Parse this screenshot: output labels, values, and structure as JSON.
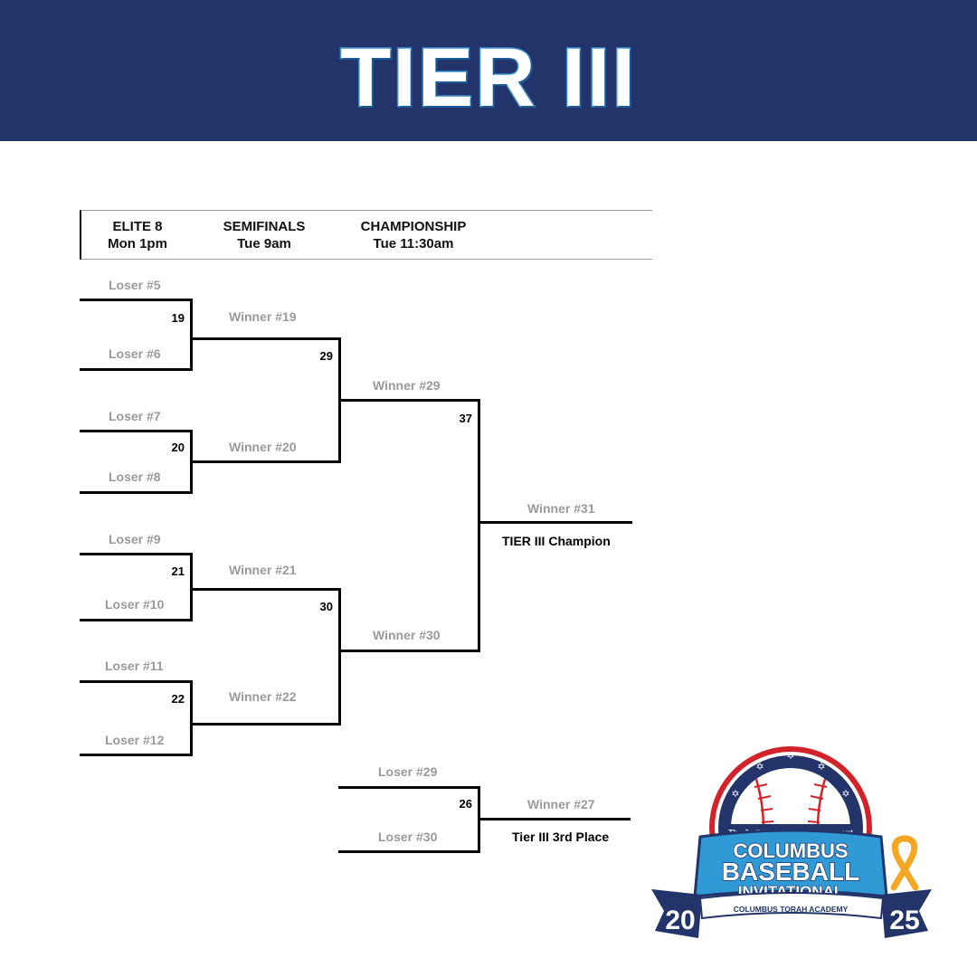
{
  "banner": {
    "title": "TIER III"
  },
  "header": {
    "columns": [
      {
        "round": "ELITE 8",
        "time": "Mon 1pm"
      },
      {
        "round": "SEMIFINALS",
        "time": "Tue 9am"
      },
      {
        "round": "CHAMPIONSHIP",
        "time": "Tue 11:30am"
      }
    ]
  },
  "elite8": [
    {
      "top": "Loser #5",
      "bottom": "Loser #6",
      "game": "19"
    },
    {
      "top": "Loser #7",
      "bottom": "Loser #8",
      "game": "20"
    },
    {
      "top": "Loser #9",
      "bottom": "Loser #10",
      "game": "21"
    },
    {
      "top": "Loser #11",
      "bottom": "Loser #12",
      "game": "22"
    }
  ],
  "semis": [
    {
      "top": "Winner #19",
      "bottom": "Winner #20",
      "game": "29"
    },
    {
      "top": "Winner #21",
      "bottom": "Winner #22",
      "game": "30"
    }
  ],
  "final": {
    "top": "Winner #29",
    "bottom": "Winner #30",
    "game": "37",
    "winner": "Winner #31",
    "result": "TIER III Champion"
  },
  "third": {
    "top": "Loser #29",
    "bottom": "Loser #30",
    "game": "26",
    "winner": "Winner #27",
    "result": "Tier III 3rd Place"
  },
  "logo": {
    "subtitle": "The Judith Weintraub Tournament",
    "line1": "COLUMBUS",
    "line2": "BASEBALL",
    "line3": "INVITATIONAL",
    "org": "COLUMBUS TORAH ACADEMY",
    "year_left": "20",
    "year_right": "25",
    "colors": {
      "navy": "#22346a",
      "blue": "#2f9ad6",
      "red": "#d2232a",
      "ribbon": "#f5a623"
    }
  }
}
